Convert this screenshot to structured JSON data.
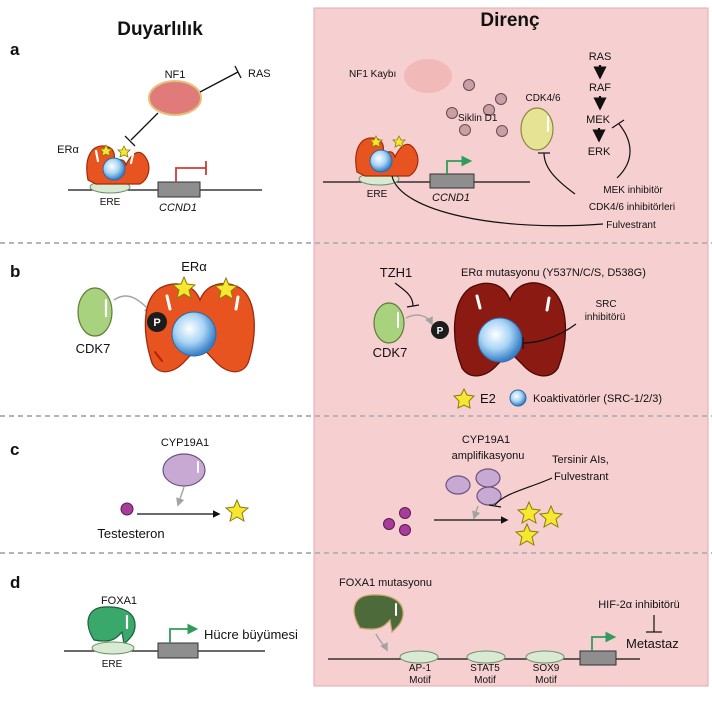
{
  "columns": {
    "left": "Duyarlılık",
    "right": "Direnç"
  },
  "colors": {
    "resistance_bg": "#f6cfd1",
    "divider": "#b5b5b5",
    "er_orange": "#e8541f",
    "er_mutant": "#8b1a12",
    "green_gene_arrow": "#2e9c5a",
    "red_block": "#d23a36",
    "cdk_green": "#a9d27f",
    "cyclin_lavender": "#c8a9d3",
    "cdk46_yellow": "#e6e395",
    "foxa1_green": "#3aa86a",
    "foxa1_mut": "#4d6a3a",
    "e2_star": "#f7e731",
    "substrate_magenta": "#a83c9b"
  },
  "panels": {
    "a": {
      "letter": "a",
      "left": {
        "nf1": "NF1",
        "ras": "RAS",
        "er": "ERα",
        "ere": "ERE",
        "gene": "CCND1"
      },
      "right": {
        "nf1_loss": "NF1 Kaybı",
        "cyclin": "Siklin D1",
        "cdk46": "CDK4/6",
        "ere": "ERE",
        "gene": "CCND1",
        "pathway": [
          "RAS",
          "RAF",
          "MEK",
          "ERK"
        ],
        "drugs": [
          "MEK inhibitör",
          "CDK4/6 inhibitörleri",
          "Fulvestrant"
        ]
      }
    },
    "b": {
      "letter": "b",
      "left": {
        "cdk7": "CDK7",
        "er": "ERα",
        "p": "P"
      },
      "right": {
        "tzh1": "TZH1",
        "cdk7": "CDK7",
        "p": "P",
        "mutation": "ERα  mutasyonu (Y537N/C/S, D538G)",
        "src_inhibitor": [
          "SRC",
          "inhibitörü"
        ]
      },
      "legend": {
        "e2": "E2",
        "coactivators": "Koaktivatörler (SRC-1/2/3)"
      }
    },
    "c": {
      "letter": "c",
      "left": {
        "enzyme": "CYP19A1",
        "substrate": "Testesteron"
      },
      "right": {
        "amplification": [
          "CYP19A1",
          "amplifikasyonu"
        ],
        "drugs": [
          "Tersinir AIs,",
          "Fulvestrant"
        ]
      }
    },
    "d": {
      "letter": "d",
      "left": {
        "foxa1": "FOXA1",
        "ere": "ERE",
        "outcome": "Hücre büyümesi"
      },
      "right": {
        "mutation": "FOXA1 mutasyonu",
        "motifs": [
          [
            "AP-1",
            "Motif"
          ],
          [
            "STAT5",
            "Motif"
          ],
          [
            "SOX9",
            "Motif"
          ]
        ],
        "inhibitor": "HIF-2α inhibitörü",
        "outcome": "Metastaz"
      }
    }
  }
}
